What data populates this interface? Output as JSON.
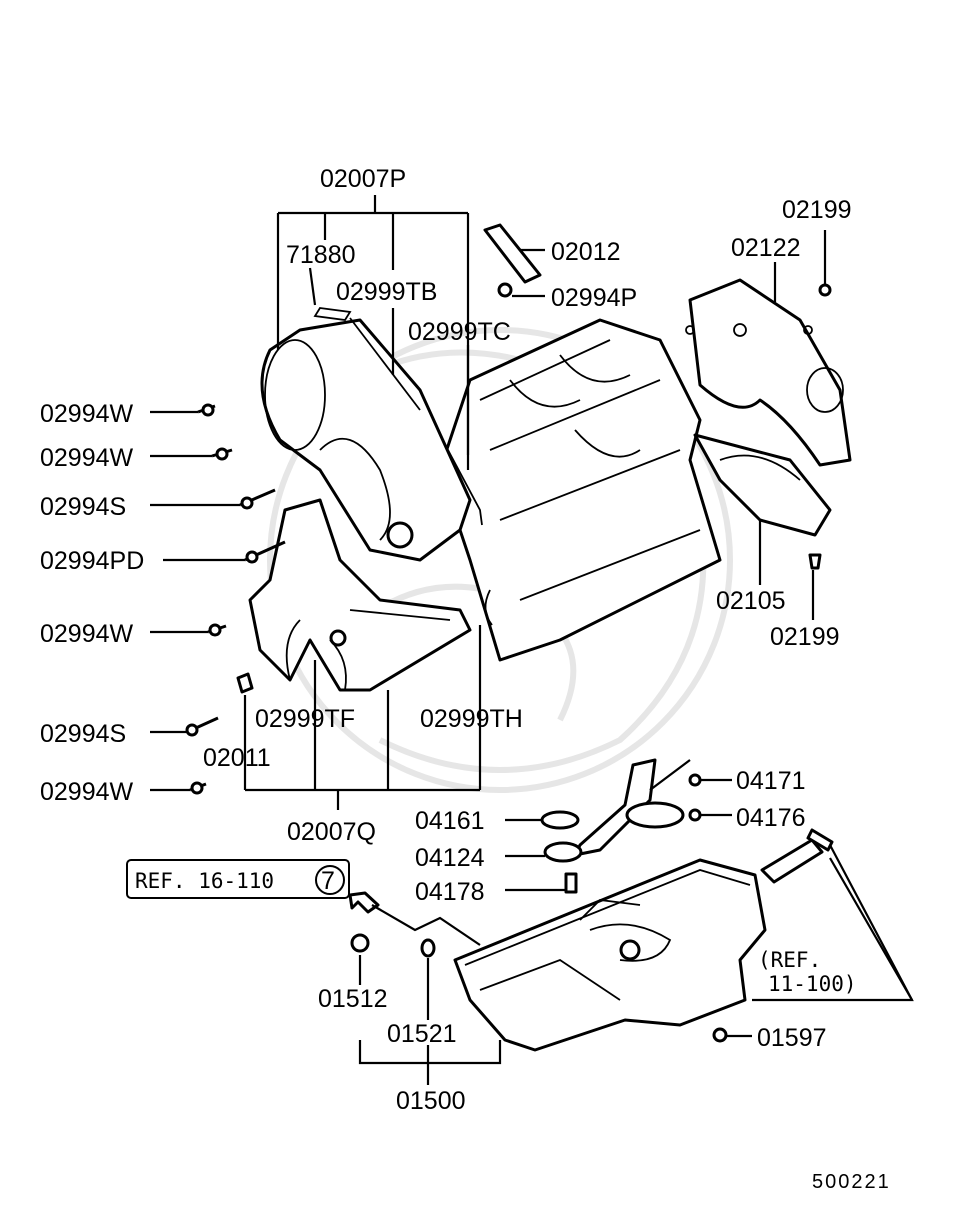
{
  "labels": {
    "p02007P": "02007P",
    "p71880": "71880",
    "p02999TB": "02999TB",
    "p02999TC": "02999TC",
    "p02012": "02012",
    "p02994P": "02994P",
    "p02199_top": "02199",
    "p02122": "02122",
    "p02994W_1": "02994W",
    "p02994W_2": "02994W",
    "p02994S_1": "02994S",
    "p02994PD": "02994PD",
    "p02994W_3": "02994W",
    "p02105": "02105",
    "p02199_bottom": "02199",
    "p02994S_2": "02994S",
    "p02999TF": "02999TF",
    "p02999TH": "02999TH",
    "p02011": "02011",
    "p02994W_4": "02994W",
    "p02007Q": "02007Q",
    "p04171": "04171",
    "p04161": "04161",
    "p04176": "04176",
    "p04124": "04124",
    "p04178": "04178",
    "ref_16_110": "REF. 16-110",
    "ref_circle": "7",
    "ref_11_100_line1": "(REF.",
    "ref_11_100_line2": "11-100)",
    "p01512": "01512",
    "p01521": "01521",
    "p01597": "01597",
    "p01500": "01500",
    "drawing_number": "500221"
  }
}
